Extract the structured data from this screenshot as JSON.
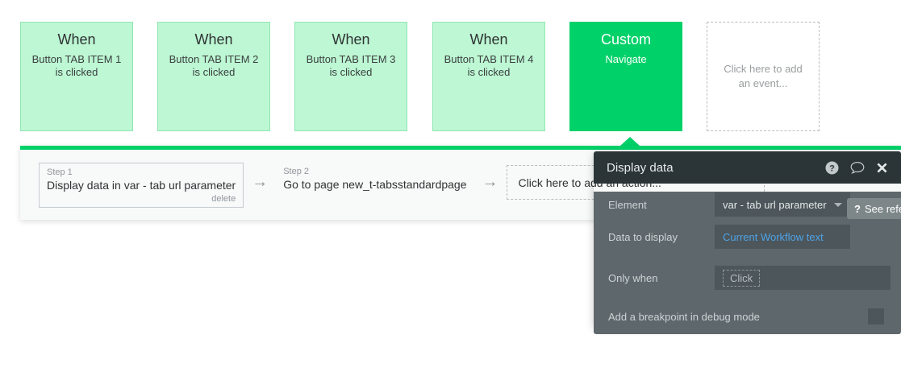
{
  "events": [
    {
      "title": "When",
      "subtitle": "Button TAB ITEM 1 is clicked",
      "kind": "when"
    },
    {
      "title": "When",
      "subtitle": "Button TAB ITEM 2 is clicked",
      "kind": "when"
    },
    {
      "title": "When",
      "subtitle": "Button TAB ITEM 3 is clicked",
      "kind": "when"
    },
    {
      "title": "When",
      "subtitle": "Button TAB ITEM 4 is clicked",
      "kind": "when"
    },
    {
      "title": "Custom",
      "subtitle": "Navigate",
      "kind": "custom"
    }
  ],
  "add_event_placeholder": "Click here to add an event...",
  "workflow": {
    "step1": {
      "label": "Step 1",
      "text": "Display data in var - tab url parameter",
      "delete_label": "delete"
    },
    "arrow1": "→",
    "step2": {
      "label": "Step 2",
      "text": "Go to page new_t-tabsstandardpage"
    },
    "arrow2": "→",
    "add_action_placeholder": "Click here to add an action..."
  },
  "dialog": {
    "title": "Display data",
    "help_icon": "?",
    "comment_icon": "◯",
    "close_icon": "✖",
    "fields": {
      "element": {
        "label": "Element",
        "value": "var - tab url parameter"
      },
      "data_to_display": {
        "label": "Data to display",
        "value": "Current Workflow text"
      },
      "only_when": {
        "label": "Only when",
        "placeholder": "Click"
      },
      "breakpoint": {
        "label": "Add a breakpoint in debug mode"
      }
    }
  },
  "tooltip": {
    "icon": "?",
    "text": "See refe"
  },
  "colors": {
    "event_when_bg": "#bdf7d3",
    "event_custom_bg": "#00d169",
    "panel_bg": "#f8f9f9",
    "dialog_header_bg": "#2b3538",
    "dialog_body_bg": "#5e686c",
    "dialog_field_bg": "#4d565a",
    "link_blue": "#4ea3e8"
  }
}
